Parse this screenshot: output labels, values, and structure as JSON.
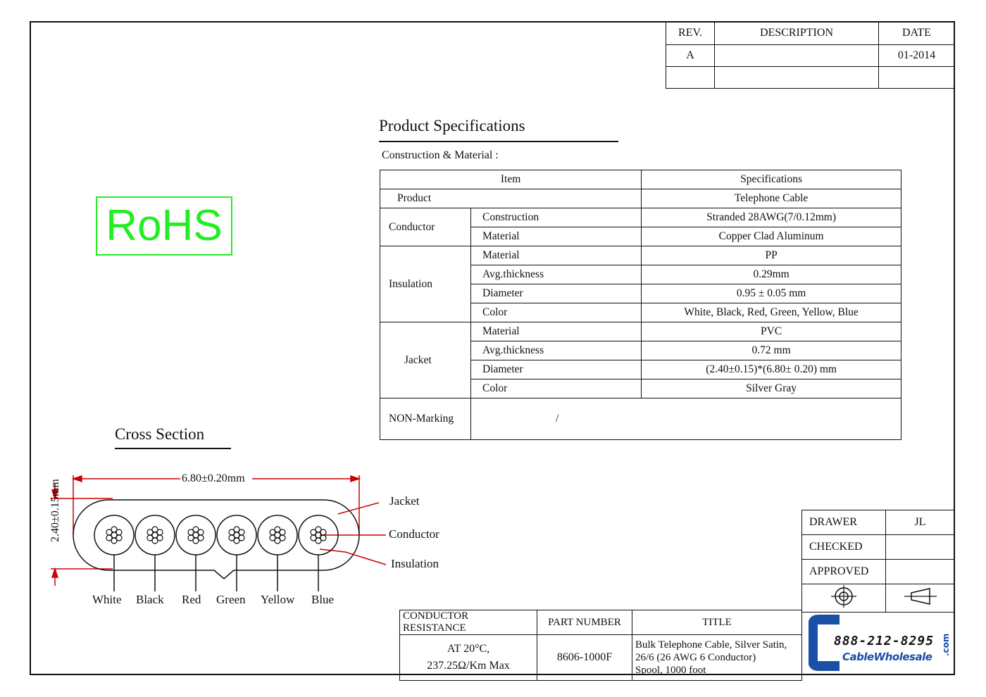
{
  "revision": {
    "headers": {
      "rev": "REV.",
      "description": "DESCRIPTION",
      "date": "DATE"
    },
    "rows": [
      {
        "rev": "A",
        "description": "",
        "date": "01-2014"
      },
      {
        "rev": "",
        "description": "",
        "date": ""
      }
    ]
  },
  "rohs": "RoHS",
  "spec": {
    "title": "Product Specifications",
    "subtitle": "Construction & Material :",
    "col_item": "Item",
    "col_spec": "Specifications",
    "product_label": "Product",
    "product_value": "Telephone Cable",
    "conductor": {
      "label": "Conductor",
      "construction_label": "Construction",
      "construction_value": "Stranded 28AWG(7/0.12mm)",
      "material_label": "Material",
      "material_value": "Copper Clad Aluminum"
    },
    "insulation": {
      "label": "Insulation",
      "material_label": "Material",
      "material_value": "PP",
      "thickness_label": "Avg.thickness",
      "thickness_value": "0.29mm",
      "diameter_label": "Diameter",
      "diameter_value": "0.95 ± 0.05 mm",
      "color_label": "Color",
      "color_value": "White, Black, Red, Green, Yellow, Blue"
    },
    "jacket": {
      "label": "Jacket",
      "material_label": "Material",
      "material_value": "PVC",
      "thickness_label": "Avg.thickness",
      "thickness_value": "0.72 mm",
      "diameter_label": "Diameter",
      "diameter_value": "(2.40±0.15)*(6.80± 0.20) mm",
      "color_label": "Color",
      "color_value": "Silver Gray"
    },
    "non_marking_label": "NON-Marking",
    "non_marking_value": "/"
  },
  "cross_section": {
    "title": "Cross Section",
    "width_dim": "6.80±0.20mm",
    "height_dim": "2.40±0.15mm",
    "callouts": {
      "jacket": "Jacket",
      "conductor": "Conductor",
      "insulation": "Insulation"
    },
    "wires": [
      "White",
      "Black",
      "Red",
      "Green",
      "Yellow",
      "Blue"
    ]
  },
  "approvals": {
    "drawer_label": "DRAWER",
    "drawer_value": "JL",
    "checked_label": "CHECKED",
    "checked_value": "",
    "approved_label": "APPROVED",
    "approved_value": ""
  },
  "title_block": {
    "resistance_header": "CONDUCTOR RESISTANCE",
    "resistance_line1": "AT 20°C,",
    "resistance_line2": "237.25Ω/Km Max",
    "part_header": "PART NUMBER",
    "part_value": "8606-1000F",
    "title_header": "TITLE",
    "title_line1": "Bulk Telephone Cable, Silver Satin,",
    "title_line2": "26/6 (26 AWG 6 Conductor)",
    "title_line3": "Spool, 1000 foot"
  },
  "logo": {
    "phone": "888-212-8295",
    "brand": "CableWholesale",
    "tld": ".com",
    "letter": "C"
  },
  "colors": {
    "rohs": "#22ee22",
    "dimension": "#cc0000",
    "logo_blue": "#1a4fa8"
  }
}
